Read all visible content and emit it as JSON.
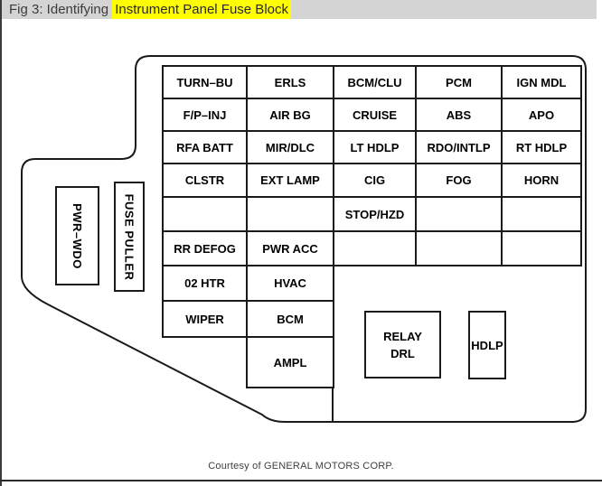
{
  "title": {
    "prefix": "Fig 3: Identifying ",
    "highlighted": "Instrument Panel Fuse Block"
  },
  "fuse_grid": {
    "rows": [
      [
        "TURN–BU",
        "ERLS",
        "BCM/CLU",
        "PCM",
        "IGN MDL"
      ],
      [
        "F/P–INJ",
        "AIR BG",
        "CRUISE",
        "ABS",
        "APO"
      ],
      [
        "RFA BATT",
        "MIR/DLC",
        "LT HDLP",
        "RDO/INTLP",
        "RT HDLP"
      ],
      [
        "CLSTR",
        "EXT LAMP",
        "CIG",
        "FOG",
        "HORN"
      ],
      [
        "",
        "",
        "STOP/HZD",
        "",
        ""
      ],
      [
        "RR DEFOG",
        "PWR ACC",
        "",
        "",
        ""
      ],
      [
        "02 HTR",
        "HVAC",
        null,
        null,
        null
      ],
      [
        "WIPER",
        "BCM",
        null,
        null,
        null
      ],
      [
        null,
        "AMPL",
        null,
        null,
        null
      ]
    ]
  },
  "side_fuses": [
    {
      "label": "PWR–WDO"
    },
    {
      "label": "FUSE PULLER"
    }
  ],
  "relays": [
    {
      "lines": [
        "RELAY",
        "DRL"
      ]
    },
    {
      "lines": [
        "HDLP"
      ]
    }
  ],
  "footer": "Courtesy of GENERAL MOTORS CORP.",
  "colors": {
    "highlight": "#ffff00",
    "title_bar": "#d4d4d4",
    "diagram_line": "#1a1a1a"
  }
}
